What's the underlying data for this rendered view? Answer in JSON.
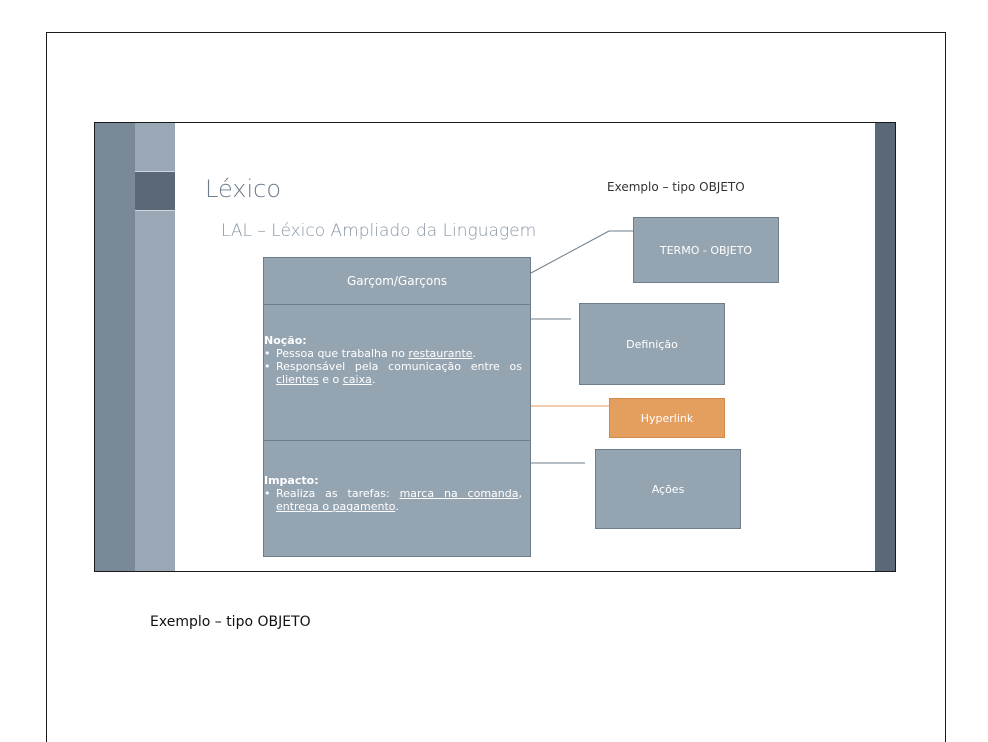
{
  "slide": {
    "title": "Léxico",
    "subtitle": "LAL – Léxico Ampliado da Linguagem",
    "example_label": "Exemplo – tipo OBJETO"
  },
  "card": {
    "header": "Garçom/Garçons",
    "nocao": {
      "label": "Noção:",
      "bullet1": {
        "t1": "Pessoa que trabalha no ",
        "link": "restaurante",
        "t2": "."
      },
      "bullet2": {
        "t1": "Responsável pela comunicação entre os ",
        "link1": "clientes",
        "t2": " e o ",
        "link2": "caixa",
        "t3": "."
      }
    },
    "impacto": {
      "label": "Impacto:",
      "bullet1": {
        "t1": "Realiza as tarefas: ",
        "link1": "marca na comanda",
        "t2": ", ",
        "link2": "entrega o pagamento",
        "t3": "."
      }
    }
  },
  "boxes": {
    "termo": "TERMO - OBJETO",
    "definicao": "Definição",
    "hyperlink": "Hyperlink",
    "acoes": "Ações"
  },
  "colors": {
    "box_fill": "#95a4b1",
    "hyperlink_fill": "#e49e5e",
    "stripe_dark": "#5a6877"
  },
  "caption": "Exemplo – tipo OBJETO"
}
